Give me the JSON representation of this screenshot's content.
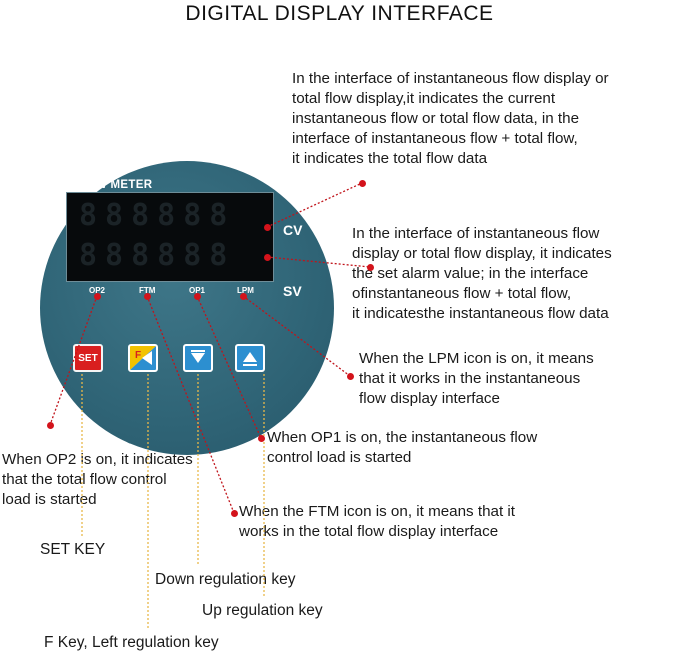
{
  "title": "DIGITAL DISPLAY INTERFACE",
  "meter": {
    "brand": "FLOW  METER",
    "cv_label": "CV",
    "sv_label": "SV",
    "indicators": [
      "OP2",
      "FTM",
      "OP1",
      "LPM"
    ],
    "digits_top": "888888",
    "digits_bottom": "888888",
    "set_button": "SET",
    "f_button": "F"
  },
  "notes": {
    "cv_note": "In the interface of instantaneous flow display or\ntotal flow display,it indicates the current\ninstantaneous flow or total flow data, in the\ninterface of instantaneous flow + total flow,\nit indicates the total flow data",
    "sv_note": "In the interface of instantaneous flow\ndisplay or total flow display, it indicates\nthe set alarm value; in the interface\nofinstantaneous flow + total flow,\nit indicatesthe instantaneous flow data",
    "lpm_note": "When the LPM icon is on, it means\nthat it works in the instantaneous\nflow display interface",
    "op1_note": "When OP1 is on, the instantaneous flow\ncontrol load is started",
    "op2_note": "When OP2 is on, it indicates\nthat the total flow control\nload is started",
    "ftm_note": "When the FTM icon is on, it means that it\nworks in the total flow display interface"
  },
  "keys": {
    "set_key": "SET KEY",
    "down_key": "Down regulation key",
    "up_key": "Up regulation key",
    "f_key": "F Key, Left regulation key"
  },
  "colors": {
    "meter_face": "#2f6476",
    "set_red": "#d91f1f",
    "arrow_blue": "#2c8fd0",
    "pointer_red": "#d3131b",
    "key_line_yellow": "#e8b84a"
  }
}
